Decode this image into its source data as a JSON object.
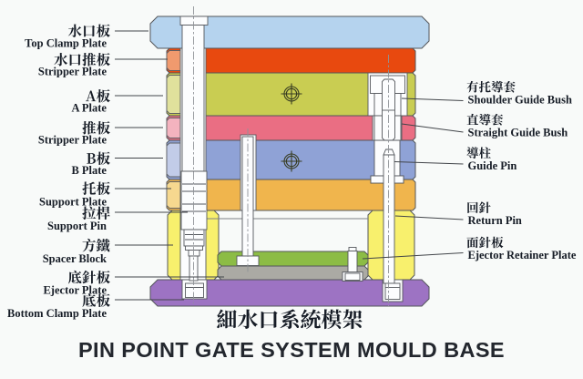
{
  "title": {
    "zh": "細水口系統模架",
    "en": "PIN POINT GATE SYSTEM MOULD BASE"
  },
  "left_labels": [
    {
      "zh": "水口板",
      "en": "Top Clamp Plate"
    },
    {
      "zh": "水口推板",
      "en": "Stripper Plate"
    },
    {
      "zh": "A板",
      "en": "A Plate"
    },
    {
      "zh": "推板",
      "en": "Stripper Plate"
    },
    {
      "zh": "B板",
      "en": "B Plate"
    },
    {
      "zh": "托板",
      "en": "Support Plate"
    },
    {
      "zh": "拉桿",
      "en": "Support Pin"
    },
    {
      "zh": "方鐵",
      "en": "Spacer Block"
    },
    {
      "zh": "底針板",
      "en": "Ejector Plate"
    },
    {
      "zh": "底板",
      "en": "Bottom Clamp Plate"
    }
  ],
  "right_labels": [
    {
      "zh": "有托導套",
      "en": "Shoulder Guide Bush"
    },
    {
      "zh": "直導套",
      "en": "Straight Guide Bush"
    },
    {
      "zh": "導柱",
      "en": "Guide Pin"
    },
    {
      "zh": "回針",
      "en": "Return Pin"
    },
    {
      "zh": "面針板",
      "en": "Ejector Retainer Plate"
    }
  ],
  "colors": {
    "top_clamp_plate": "#b5d3ee",
    "stripper_plate_top": "#e8490f",
    "stripper_plate_top_edge": "#f09a6e",
    "a_plate": "#c9cd52",
    "a_plate_edge": "#e0e19c",
    "stripper_plate": "#ea6e83",
    "stripper_plate_edge": "#f4b3bf",
    "b_plate": "#8fa2d6",
    "b_plate_edge": "#c2cce8",
    "support_plate": "#f0b54d",
    "support_plate_edge": "#f6d88f",
    "spacer_block": "#f8f06d",
    "ejector_retainer_plate": "#8cbc45",
    "ejector_plate": "#abaaa4",
    "bottom_clamp_plate": "#9d73c3"
  }
}
